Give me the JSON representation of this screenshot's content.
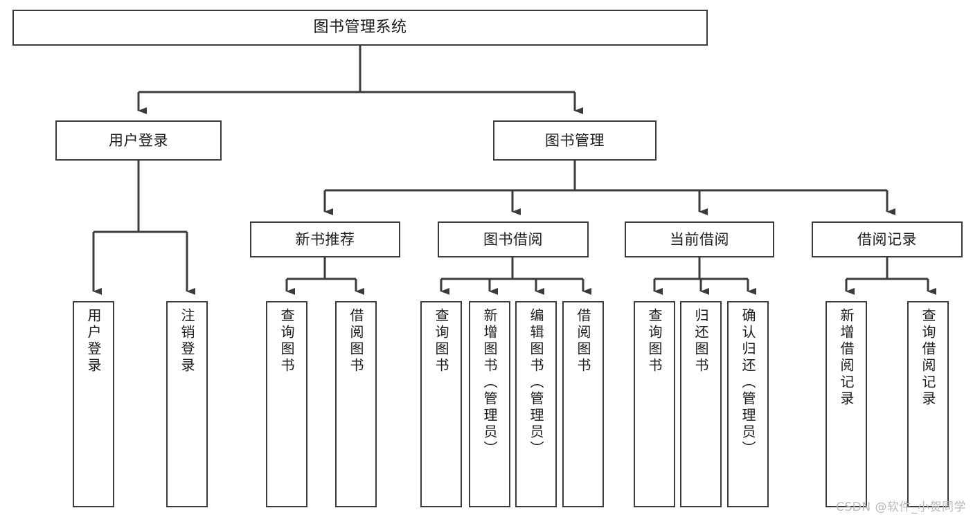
{
  "diagram": {
    "type": "tree",
    "title": "图书管理系统",
    "root": {
      "label": "图书管理系统"
    },
    "level2": [
      {
        "label": "用户登录"
      },
      {
        "label": "图书管理"
      }
    ],
    "level3": [
      {
        "label": "新书推荐"
      },
      {
        "label": "图书借阅"
      },
      {
        "label": "当前借阅"
      },
      {
        "label": "借阅记录"
      }
    ],
    "leaves": {
      "user_login": [
        {
          "label": "用户登录"
        },
        {
          "label": "注销登录"
        }
      ],
      "new_book_recommend": [
        {
          "label": "查询图书"
        },
        {
          "label": "借阅图书"
        }
      ],
      "book_borrow": [
        {
          "label": "查询图书"
        },
        {
          "label": "新增图书（管理员）"
        },
        {
          "label": "编辑图书（管理员）"
        },
        {
          "label": "借阅图书"
        }
      ],
      "current_borrow": [
        {
          "label": "查询图书"
        },
        {
          "label": "归还图书"
        },
        {
          "label": "确认归还（管理员）"
        }
      ],
      "borrow_record": [
        {
          "label": "新增借阅记录"
        },
        {
          "label": "查询借阅记录"
        }
      ]
    }
  },
  "watermark": {
    "text": "CSDN @软件_小贺同学"
  },
  "colors": {
    "stroke": "#3b3b3b",
    "background": "#ffffff",
    "text": "#1b1b1b",
    "watermark": "#b9b9b9"
  }
}
